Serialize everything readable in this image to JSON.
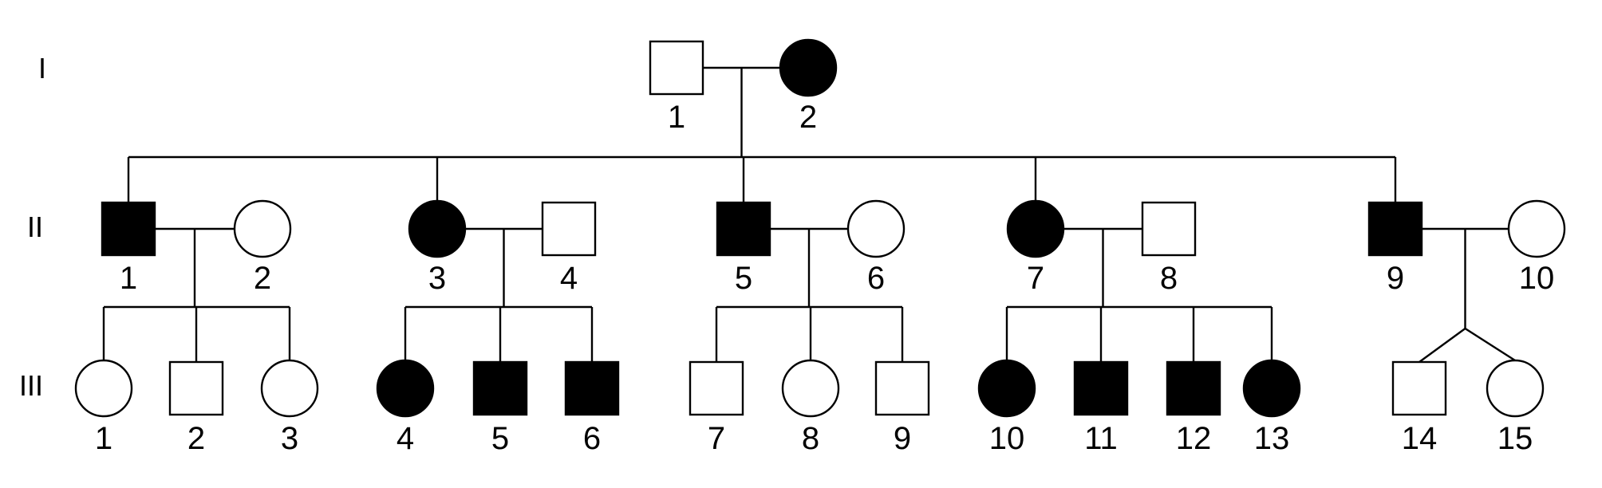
{
  "generations": [
    {
      "id": "I",
      "label": "I"
    },
    {
      "id": "II",
      "label": "II"
    },
    {
      "id": "III",
      "label": "III"
    }
  ],
  "individuals": [
    {
      "id": "I-1",
      "generation": "I",
      "number": "1",
      "sex": "male",
      "affected": false
    },
    {
      "id": "I-2",
      "generation": "I",
      "number": "2",
      "sex": "female",
      "affected": true
    },
    {
      "id": "II-1",
      "generation": "II",
      "number": "1",
      "sex": "male",
      "affected": true
    },
    {
      "id": "II-2",
      "generation": "II",
      "number": "2",
      "sex": "female",
      "affected": false
    },
    {
      "id": "II-3",
      "generation": "II",
      "number": "3",
      "sex": "female",
      "affected": true
    },
    {
      "id": "II-4",
      "generation": "II",
      "number": "4",
      "sex": "male",
      "affected": false
    },
    {
      "id": "II-5",
      "generation": "II",
      "number": "5",
      "sex": "male",
      "affected": true
    },
    {
      "id": "II-6",
      "generation": "II",
      "number": "6",
      "sex": "female",
      "affected": false
    },
    {
      "id": "II-7",
      "generation": "II",
      "number": "7",
      "sex": "female",
      "affected": true
    },
    {
      "id": "II-8",
      "generation": "II",
      "number": "8",
      "sex": "male",
      "affected": false
    },
    {
      "id": "II-9",
      "generation": "II",
      "number": "9",
      "sex": "male",
      "affected": true
    },
    {
      "id": "II-10",
      "generation": "II",
      "number": "10",
      "sex": "female",
      "affected": false
    },
    {
      "id": "III-1",
      "generation": "III",
      "number": "1",
      "sex": "female",
      "affected": false
    },
    {
      "id": "III-2",
      "generation": "III",
      "number": "2",
      "sex": "male",
      "affected": false
    },
    {
      "id": "III-3",
      "generation": "III",
      "number": "3",
      "sex": "female",
      "affected": false
    },
    {
      "id": "III-4",
      "generation": "III",
      "number": "4",
      "sex": "female",
      "affected": true
    },
    {
      "id": "III-5",
      "generation": "III",
      "number": "5",
      "sex": "male",
      "affected": true
    },
    {
      "id": "III-6",
      "generation": "III",
      "number": "6",
      "sex": "male",
      "affected": true
    },
    {
      "id": "III-7",
      "generation": "III",
      "number": "7",
      "sex": "male",
      "affected": false
    },
    {
      "id": "III-8",
      "generation": "III",
      "number": "8",
      "sex": "female",
      "affected": false
    },
    {
      "id": "III-9",
      "generation": "III",
      "number": "9",
      "sex": "male",
      "affected": false
    },
    {
      "id": "III-10",
      "generation": "III",
      "number": "10",
      "sex": "female",
      "affected": true
    },
    {
      "id": "III-11",
      "generation": "III",
      "number": "11",
      "sex": "male",
      "affected": true
    },
    {
      "id": "III-12",
      "generation": "III",
      "number": "12",
      "sex": "male",
      "affected": true
    },
    {
      "id": "III-13",
      "generation": "III",
      "number": "13",
      "sex": "female",
      "affected": true
    },
    {
      "id": "III-14",
      "generation": "III",
      "number": "14",
      "sex": "male",
      "affected": false
    },
    {
      "id": "III-15",
      "generation": "III",
      "number": "15",
      "sex": "female",
      "affected": false
    }
  ],
  "matings": [
    {
      "id": "m-I",
      "partners": [
        "I-1",
        "I-2"
      ],
      "children": [
        "II-1",
        "II-3",
        "II-5",
        "II-7",
        "II-9"
      ],
      "twins": false
    },
    {
      "id": "m-II-1",
      "partners": [
        "II-1",
        "II-2"
      ],
      "children": [
        "III-1",
        "III-2",
        "III-3"
      ],
      "twins": false
    },
    {
      "id": "m-II-3",
      "partners": [
        "II-3",
        "II-4"
      ],
      "children": [
        "III-4",
        "III-5",
        "III-6"
      ],
      "twins": false
    },
    {
      "id": "m-II-5",
      "partners": [
        "II-5",
        "II-6"
      ],
      "children": [
        "III-7",
        "III-8",
        "III-9"
      ],
      "twins": false
    },
    {
      "id": "m-II-7",
      "partners": [
        "II-7",
        "II-8"
      ],
      "children": [
        "III-10",
        "III-11",
        "III-12",
        "III-13"
      ],
      "twins": false
    },
    {
      "id": "m-II-9",
      "partners": [
        "II-9",
        "II-10"
      ],
      "children": [
        "III-14",
        "III-15"
      ],
      "twins": true
    }
  ],
  "colors": {
    "affected": "#000000",
    "unaffected": "#ffffff",
    "line": "#000000"
  }
}
